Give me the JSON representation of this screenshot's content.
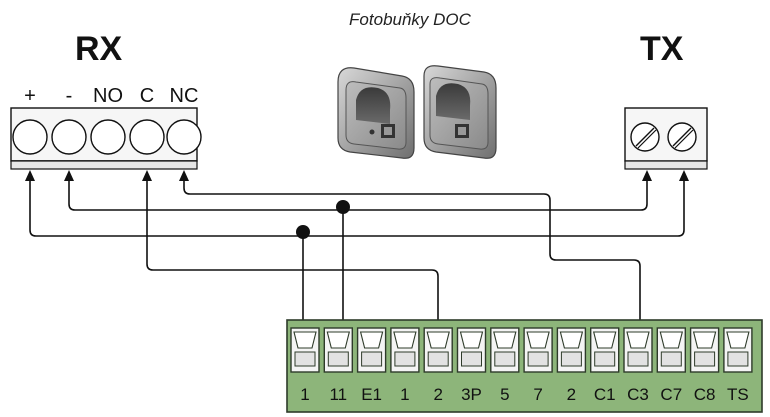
{
  "title": "Fotobuňky DOC",
  "rx": {
    "label": "RX",
    "pins": [
      "+",
      "-",
      "NO",
      "C",
      "NC"
    ]
  },
  "tx": {
    "label": "TX"
  },
  "terminal_board": {
    "labels": [
      "1",
      "11",
      "E1",
      "1",
      "2",
      "3P",
      "5",
      "7",
      "2",
      "C1",
      "C3",
      "C7",
      "C8",
      "TS"
    ]
  },
  "colors": {
    "board_fill": "#8db57a",
    "board_stroke": "#2e3b2a",
    "block_fill": "#f4f4f4",
    "wire": "#111111"
  },
  "icons": {
    "photocell_rx": "photocell-rx-icon",
    "photocell_tx": "photocell-tx-icon"
  }
}
